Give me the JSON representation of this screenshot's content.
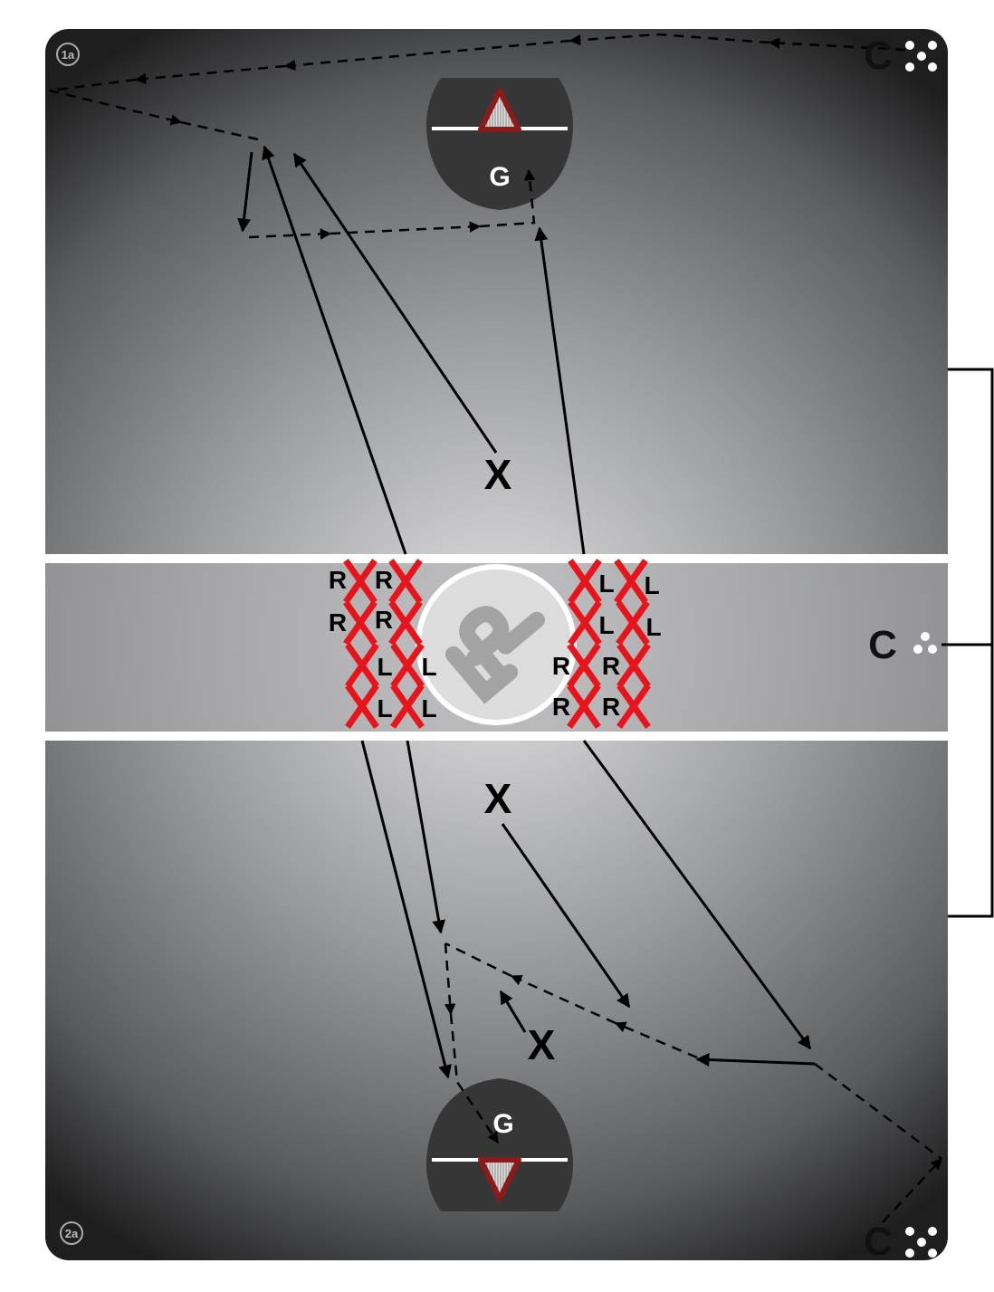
{
  "diagram": {
    "corner_labels": {
      "top_left": "1a",
      "bottom_left": "2a"
    },
    "goalie_label": "G",
    "coach_label": "C",
    "player_marker": "X",
    "hand_labels": {
      "right": "R",
      "left": "L"
    },
    "logo_text": "lf",
    "colors": {
      "player_x": "#e8141b",
      "crease": "#363636",
      "goal": "#8b1a1a",
      "line": "#000000"
    }
  }
}
